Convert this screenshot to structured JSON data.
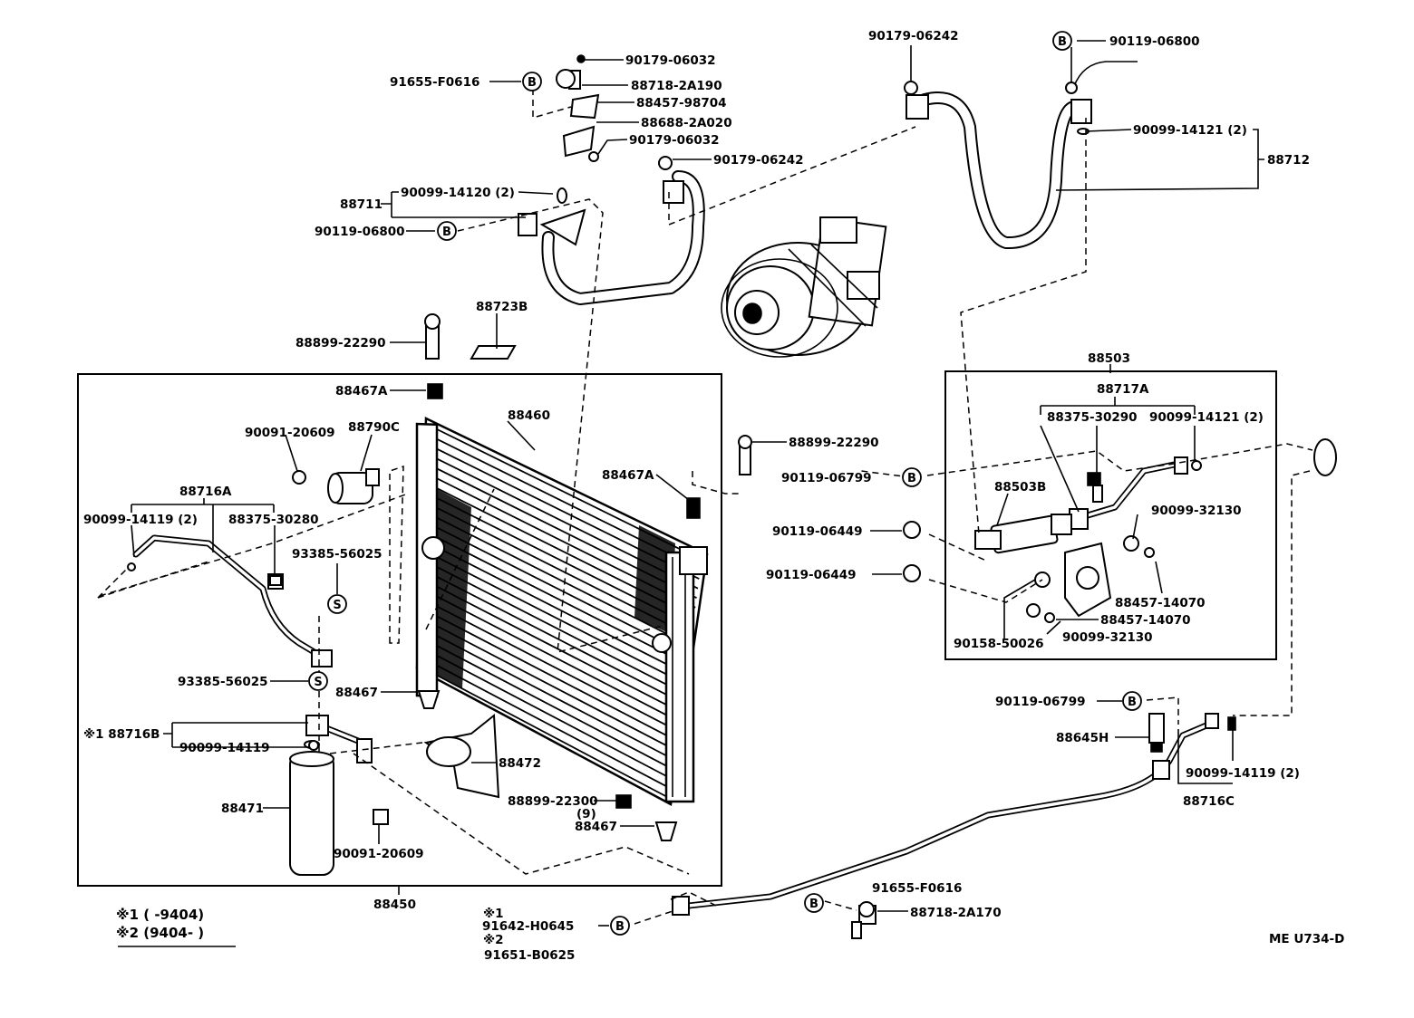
{
  "diagram_code": "ME  U734-D",
  "legend": {
    "line1": "※1 (     -9404)",
    "line2": "※2 (9404-       )"
  },
  "labels": {
    "p90179_06032_a": "90179-06032",
    "p88718_2A190": "88718-2A190",
    "p91655_F0616_top": "91655-F0616",
    "p88457_98704": "88457-98704",
    "p88688_2A020": "88688-2A020",
    "p90179_06032_b": "90179-06032",
    "p90179_06242_a": "90179-06242",
    "p88711": "88711",
    "p90099_14120": "90099-14120 (2)",
    "p90119_06800_a": "90119-06800",
    "p88723B": "88723B",
    "p88899_22290_a": "88899-22290",
    "p90179_06242_b": "90179-06242",
    "p90119_06800_b": "90119-06800",
    "p90099_14121_a": "90099-14121 (2)",
    "p88712": "88712",
    "p88503": "88503",
    "p88717A": "88717A",
    "p88375_30290": "88375-30290",
    "p90099_14121_b": "90099-14121 (2)",
    "p90119_06799_a": "90119-06799",
    "p88503B": "88503B",
    "p90099_32130_a": "90099-32130",
    "p90119_06449_a": "90119-06449",
    "p90119_06449_b": "90119-06449",
    "p88457_14070_a": "88457-14070",
    "p88457_14070_b": "88457-14070",
    "p90158_50026": "90158-50026",
    "p90099_32130_b": "90099-32130",
    "p88467A_a": "88467A",
    "p88460": "88460",
    "p88899_22290_b": "88899-22290",
    "p88467A_b": "88467A",
    "p90091_20609_a": "90091-20609",
    "p88790C": "88790C",
    "p88716A": "88716A",
    "p90099_14119_a": "90099-14119 (2)",
    "p88375_30280": "88375-30280",
    "p93385_56025_a": "93385-56025",
    "p93385_56025_b": "93385-56025",
    "p88467_a": "88467",
    "p88716B": "※1 88716B",
    "p90099_14119_b": "90099-14119",
    "p88472": "88472",
    "p88471": "88471",
    "p88899_22300": "88899-22300",
    "p88899_22300_qty": "(9)",
    "p88467_b": "88467",
    "p90091_20609_b": "90091-20609",
    "p88450": "88450",
    "p90119_06799_b": "90119-06799",
    "p88645H": "88645H",
    "p90099_14119_c": "90099-14119 (2)",
    "p88716C": "88716C",
    "p91655_F0616_bot": "91655-F0616",
    "p88718_2A170": "88718-2A170",
    "p_mark1": "※1",
    "p91642_H0645": "91642-H0645",
    "p_mark2": "※2",
    "p91651_B0625": "91651-B0625"
  },
  "badges": {
    "b": "B",
    "s": "S"
  }
}
